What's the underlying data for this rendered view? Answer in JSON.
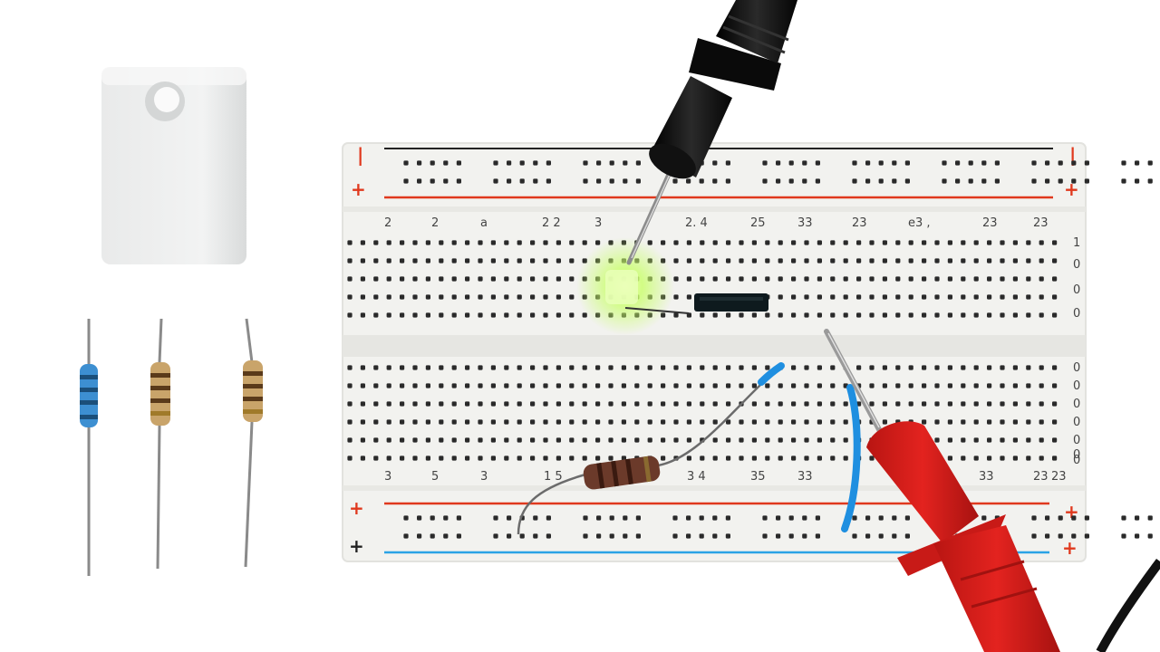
{
  "scene": {
    "subject": "breadboard-circuit-with-multimeter-probes",
    "colors": {
      "background": "#ffffff",
      "board": "#f2f2ef",
      "hole": "#2a2a2a",
      "rail_red": "#e0391e",
      "rail_blue": "#2aa3e6",
      "rail_black": "#222222",
      "probe_black": "#121212",
      "probe_red": "#e3231f",
      "led_glow": "#c9ff6a",
      "wire_blue": "#1f8fe0",
      "resistor_body_brown": "#6b3a2a",
      "resistor_body_tan": "#c9a46a",
      "resistor_body_blue": "#3d8fd1"
    },
    "rail_markers": {
      "top_left_minus": "|",
      "top_left_plus": "+",
      "top_right_minus": "|",
      "top_right_plus": "+",
      "bottom_left_plus": "+",
      "bottom_left_minus": "+",
      "bottom_right_plus": "+",
      "bottom_right_plus_2": "+"
    },
    "top_column_labels": [
      "2",
      "2",
      "a",
      "2 2",
      "3",
      "2. 4",
      "25",
      "33",
      "23",
      "e3 ,",
      "23",
      "23"
    ],
    "bottom_column_labels": [
      "3",
      "5",
      "3",
      "1 5",
      "3 4",
      "35",
      "33",
      "33",
      "23",
      "23"
    ],
    "top_row_labels": [
      "1",
      "0",
      "0",
      "0"
    ],
    "bottom_row_labels": [
      "0",
      "0",
      "0",
      "0",
      "0",
      "0",
      "0"
    ],
    "loose_resistors": [
      {
        "name": "resistor-blue",
        "body": "blue"
      },
      {
        "name": "resistor-tan-1",
        "body": "tan"
      },
      {
        "name": "resistor-tan-2",
        "body": "tan"
      }
    ],
    "components": [
      "power-supply-module",
      "led",
      "ic-chip",
      "resistor",
      "jumper-wire",
      "black-probe",
      "red-probe"
    ]
  }
}
